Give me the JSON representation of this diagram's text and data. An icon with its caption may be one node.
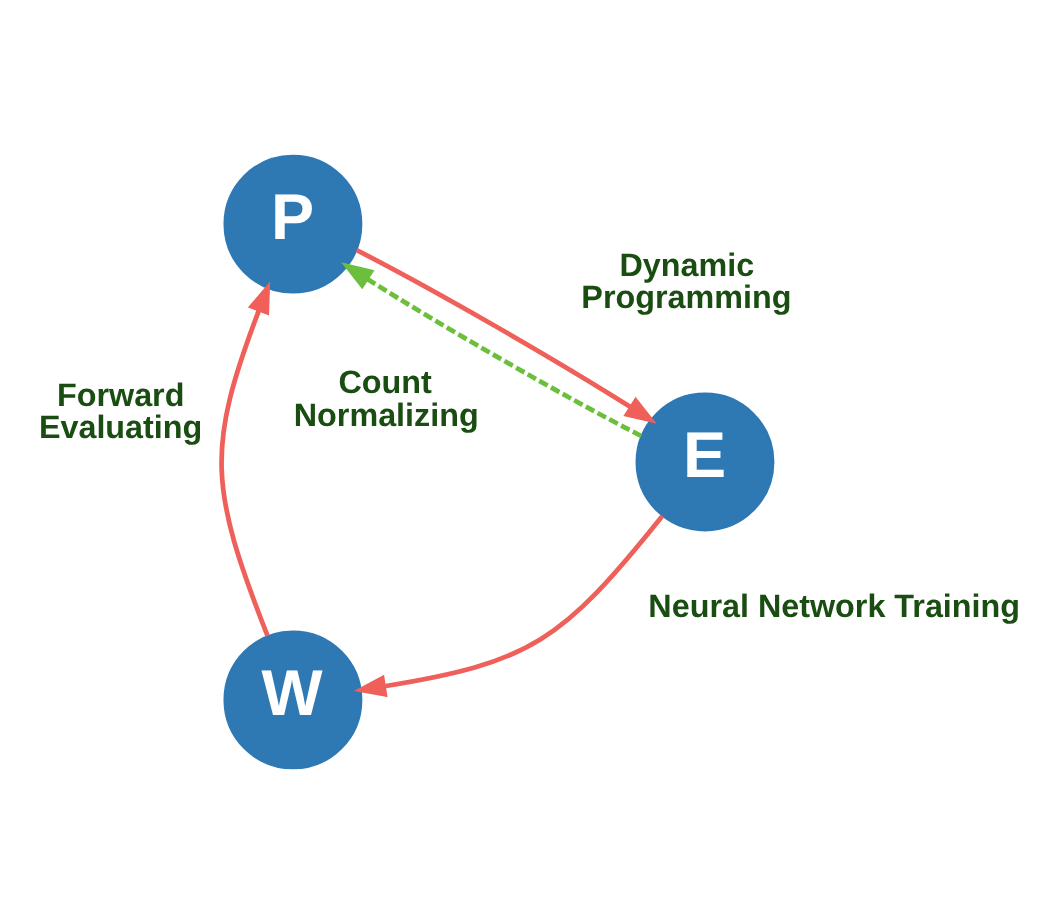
{
  "diagram": {
    "nodes": [
      {
        "text": [
          "P"
        ]
      },
      {
        "text": [
          "E"
        ]
      },
      {
        "text": [
          "W"
        ]
      }
    ],
    "edges": [
      {
        "from": 0,
        "to": 1,
        "arrow": "to",
        "label": "Dynamic Programming"
      },
      {
        "from": 1,
        "to": 0,
        "arrow": "to",
        "label": "Count Normalizing",
        "style": "dashed",
        "color": "#6cbf3c"
      },
      {
        "from": 1,
        "to": 2,
        "arrow": "to",
        "label": "Neural Network Training"
      },
      {
        "from": 2,
        "to": 0,
        "arrow": "to",
        "label": "Forward Evaluating"
      }
    ]
  }
}
